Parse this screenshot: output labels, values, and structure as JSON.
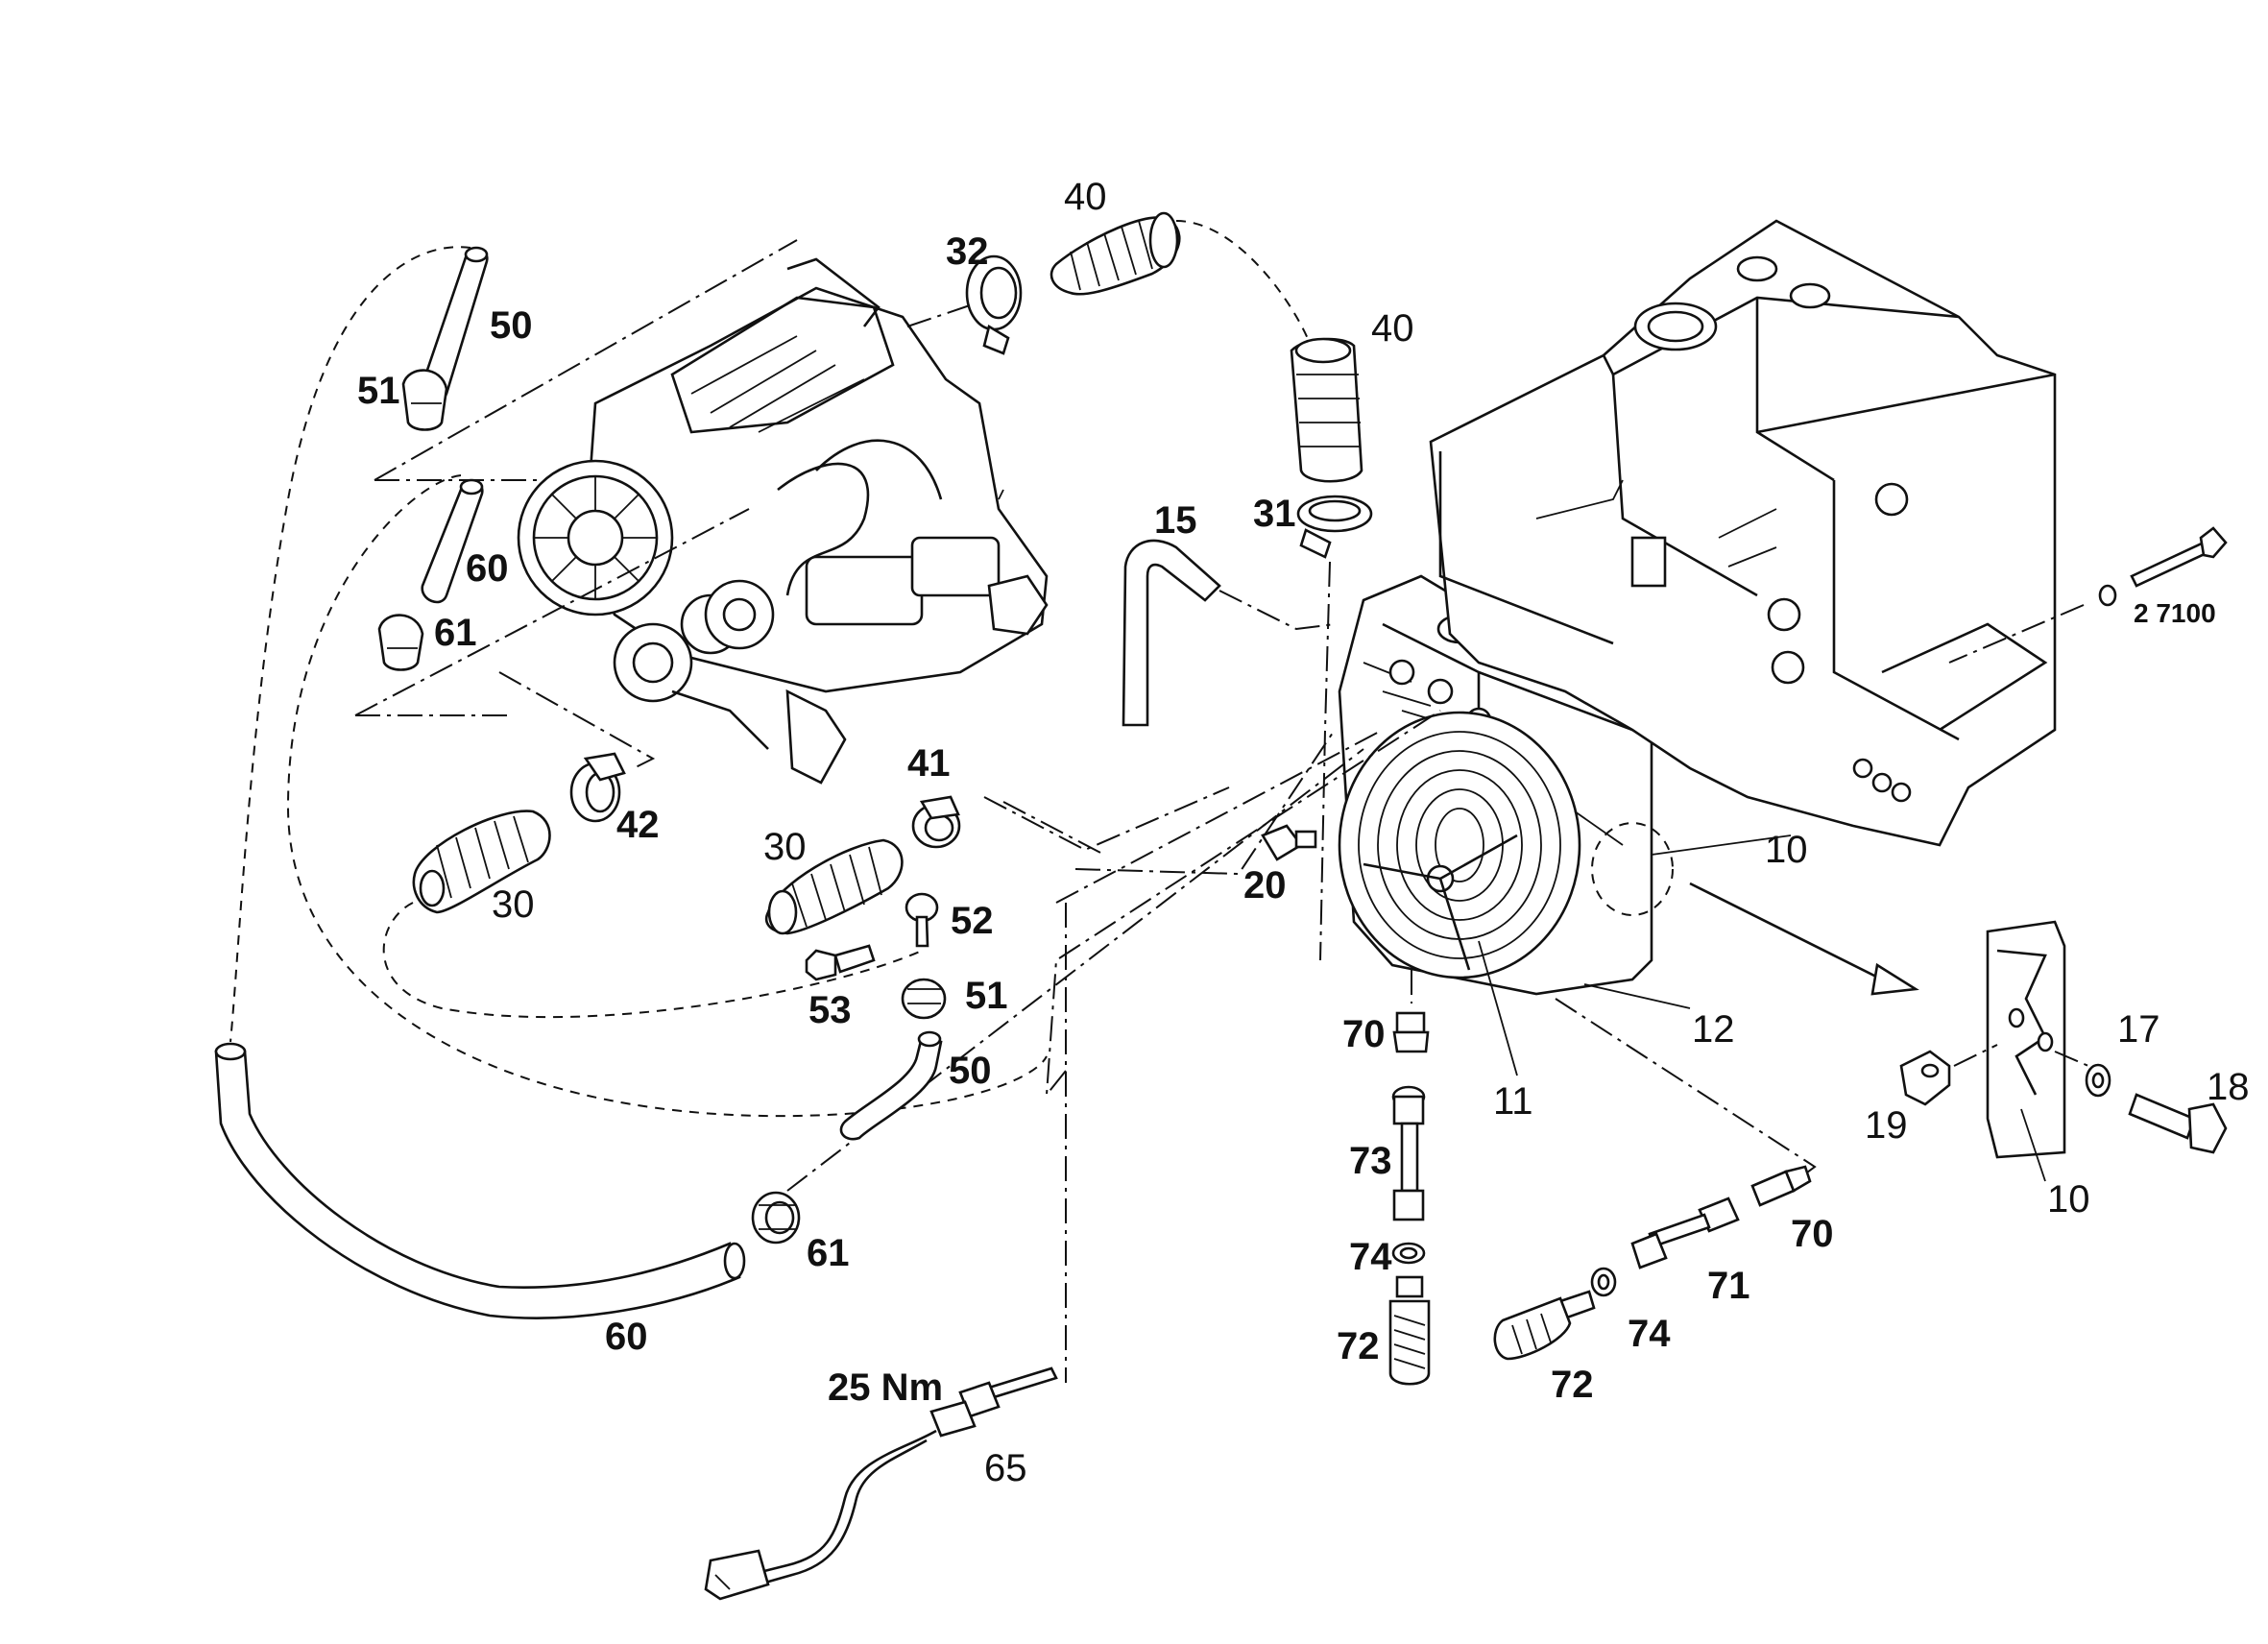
{
  "callouts": {
    "c40a": "40",
    "c32": "32",
    "c40b": "40",
    "c50a": "50",
    "c51a": "51",
    "c60a": "60",
    "c61a": "61",
    "c15": "15",
    "c31": "31",
    "c2": "2 7100",
    "c41": "41",
    "c42": "42",
    "c30a": "30",
    "c30b": "30",
    "c52": "52",
    "c53": "53",
    "c51b": "51",
    "c50b": "50",
    "c20": "20",
    "c10a": "10",
    "c12": "12",
    "c11": "11",
    "c70a": "70",
    "c73": "73",
    "c74a": "74",
    "c72a": "72",
    "c61b": "61",
    "c60b": "60",
    "c25": "25 Nm",
    "c65": "65",
    "c70b": "70",
    "c71": "71",
    "c74b": "74",
    "c72b": "72",
    "c17": "17",
    "c18": "18",
    "c19": "19",
    "c10b": "10"
  }
}
